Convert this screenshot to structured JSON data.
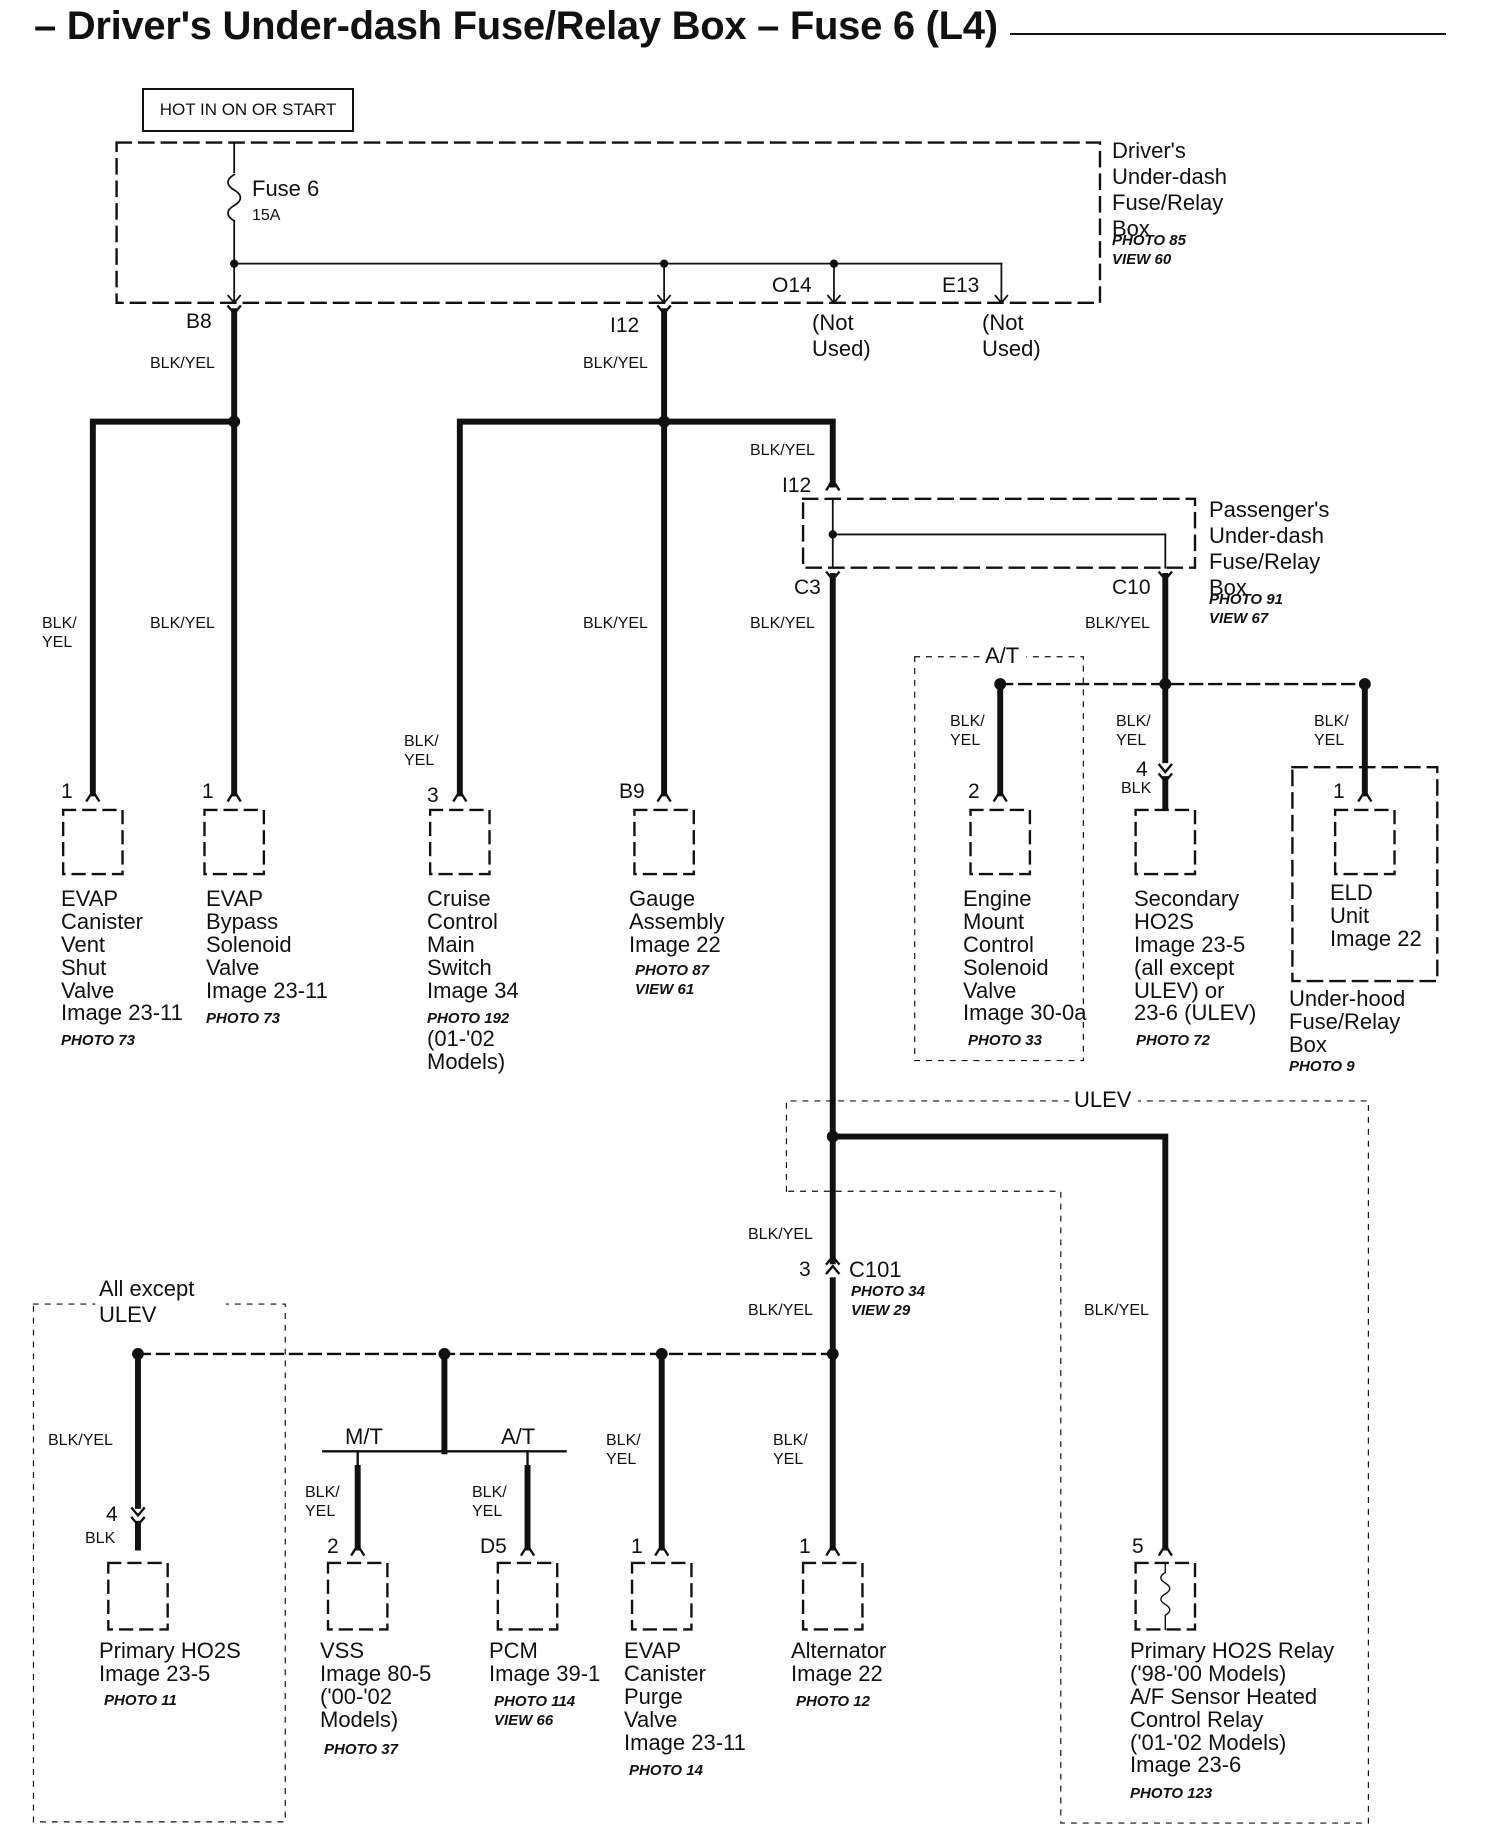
{
  "page_title": "– Driver's Under-dash Fuse/Relay Box – Fuse 6 (L4)",
  "power_label": "HOT IN ON OR START",
  "fuse": {
    "name": "Fuse 6",
    "rating": "15A"
  },
  "boxes": {
    "driver": {
      "name": "Driver's\nUnder-dash\nFuse/Relay\nBox",
      "photo": "PHOTO 85",
      "view": "VIEW 60"
    },
    "passenger": {
      "name": "Passenger's\nUnder-dash\nFuse/Relay\nBox",
      "photo": "PHOTO 91",
      "view": "VIEW 67"
    },
    "underhood": {
      "name": "Under-hood\nFuse/Relay\nBox",
      "photo": "PHOTO 9"
    }
  },
  "terminals": {
    "b8": "B8",
    "i12_top": "I12",
    "o14": "O14",
    "e13": "E13",
    "not_used": "(Not\nUsed)",
    "i12_pass": "I12",
    "c3": "C3",
    "c10": "C10",
    "c101": "C101",
    "c101_pin": "3",
    "c101_photo": "PHOTO 34",
    "c101_view": "VIEW 29"
  },
  "wires": {
    "blk_yel": "BLK/YEL",
    "blk_yel_stack": "BLK/\nYEL",
    "blk": "BLK"
  },
  "variants": {
    "at": "A/T",
    "mt": "M/T",
    "ulev": "ULEV",
    "all_except_ulev": "All except\nULEV"
  },
  "components": {
    "evap_vent": {
      "pin": "1",
      "name": "EVAP\nCanister\nVent\nShut\nValve\nImage 23-11",
      "photo": "PHOTO 73"
    },
    "evap_bypass": {
      "pin": "1",
      "name": "EVAP\nBypass\nSolenoid\nValve\nImage 23-11",
      "photo": "PHOTO 73"
    },
    "cruise": {
      "pin": "3",
      "name": "Cruise\nControl\nMain\nSwitch\nImage 34",
      "photo": "PHOTO 192",
      "note": "(01-'02\nModels)"
    },
    "gauge": {
      "pin": "B9",
      "name": "Gauge\nAssembly\nImage 22",
      "photo": "PHOTO 87",
      "view": "VIEW 61"
    },
    "engine_mount": {
      "pin": "2",
      "name": "Engine\nMount\nControl\nSolenoid\nValve\nImage 30-0a",
      "photo": "PHOTO 33"
    },
    "secondary_ho2s": {
      "pin": "4",
      "name": "Secondary\nHO2S\nImage 23-5\n(all except\nULEV) or\n23-6 (ULEV)",
      "photo": "PHOTO 72"
    },
    "eld": {
      "pin": "1",
      "name": "ELD\nUnit\nImage 22"
    },
    "primary_ho2s": {
      "pin": "4",
      "name": "Primary HO2S\nImage 23-5",
      "photo": "PHOTO 11"
    },
    "vss": {
      "pin": "2",
      "name": "VSS\nImage 80-5\n('00-'02\nModels)",
      "photo": "PHOTO 37"
    },
    "pcm": {
      "pin": "D5",
      "name": "PCM\nImage 39-1",
      "photo": "PHOTO 114",
      "view": "VIEW 66"
    },
    "evap_purge": {
      "pin": "1",
      "name": "EVAP\nCanister\nPurge\nValve\nImage 23-11",
      "photo": "PHOTO 14"
    },
    "alternator": {
      "pin": "1",
      "name": "Alternator\nImage 22",
      "photo": "PHOTO 12"
    },
    "ho2s_relay": {
      "pin": "5",
      "name": "Primary HO2S Relay\n('98-'00 Models)\nA/F Sensor Heated\nControl Relay\n('01-'02 Models)\nImage 23-6",
      "photo": "PHOTO 123"
    }
  }
}
